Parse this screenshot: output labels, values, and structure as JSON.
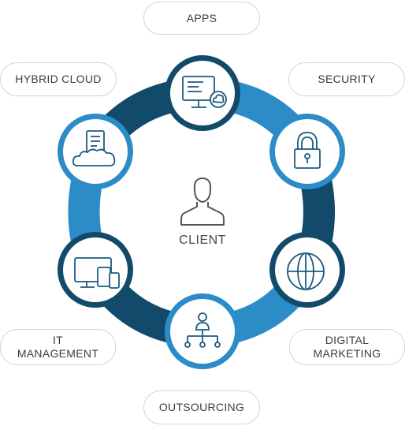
{
  "center": {
    "label": "CLIENT",
    "icon": "person-icon"
  },
  "services": [
    {
      "id": "apps",
      "label": "APPS",
      "icon": "monitor-cloud-icon"
    },
    {
      "id": "security",
      "label": "SECURITY",
      "icon": "padlock-icon"
    },
    {
      "id": "digital-marketing",
      "label_line1": "DIGITAL",
      "label_line2": "MARKETING",
      "icon": "globe-icon"
    },
    {
      "id": "outsourcing",
      "label": "OUTSOURCING",
      "icon": "org-chart-icon"
    },
    {
      "id": "it-management",
      "label_line1": "IT",
      "label_line2": "MANAGEMENT",
      "icon": "devices-icon"
    },
    {
      "id": "hybrid-cloud",
      "label": "HYBRID CLOUD",
      "icon": "cloud-document-icon"
    }
  ],
  "colors": {
    "dark_blue": "#124a6b",
    "light_blue": "#2c8cc8",
    "icon_stroke": "#1c5a80",
    "person_stroke": "#555555",
    "pill_border": "#d4d4d4"
  }
}
